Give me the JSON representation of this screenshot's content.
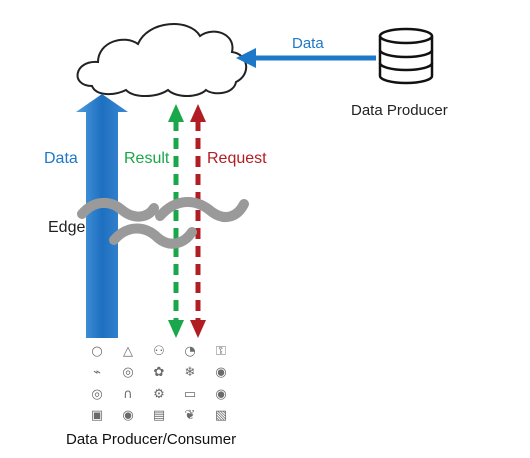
{
  "labels": {
    "data_top": "Data",
    "data_producer": "Data Producer",
    "data_left": "Data",
    "result": "Result",
    "request": "Request",
    "edge": "Edge",
    "bottom": "Data Producer/Consumer"
  },
  "colors": {
    "data_blue": "#1e78c8",
    "result_green": "#1aa64a",
    "request_red": "#b01e24",
    "outline": "#222222",
    "wave_gray": "#9a9a9a",
    "icon_gray": "#6b6b6b"
  },
  "device_icons": [
    [
      "lightbulb-icon",
      "droplet-icon",
      "bottle-icon",
      "gauge-icon",
      "key-icon"
    ],
    [
      "flash-icon",
      "camera-icon",
      "fan-icon",
      "snowflake-icon",
      "lens-icon"
    ],
    [
      "ring-icon",
      "arch-icon",
      "gear-icon",
      "monitor-icon",
      "disc-icon"
    ],
    [
      "appliance-icon",
      "eye-icon",
      "thermostat-icon",
      "leaf-icon",
      "picture-icon"
    ]
  ],
  "icon_glyphs": [
    [
      "○",
      "△",
      "⚇",
      "◔",
      "⚿"
    ],
    [
      "⌁",
      "◎",
      "✿",
      "❄",
      "◉"
    ],
    [
      "◎",
      "∩",
      "⚙",
      "▭",
      "◉"
    ],
    [
      "▣",
      "◉",
      "▤",
      "❦",
      "▧"
    ]
  ]
}
